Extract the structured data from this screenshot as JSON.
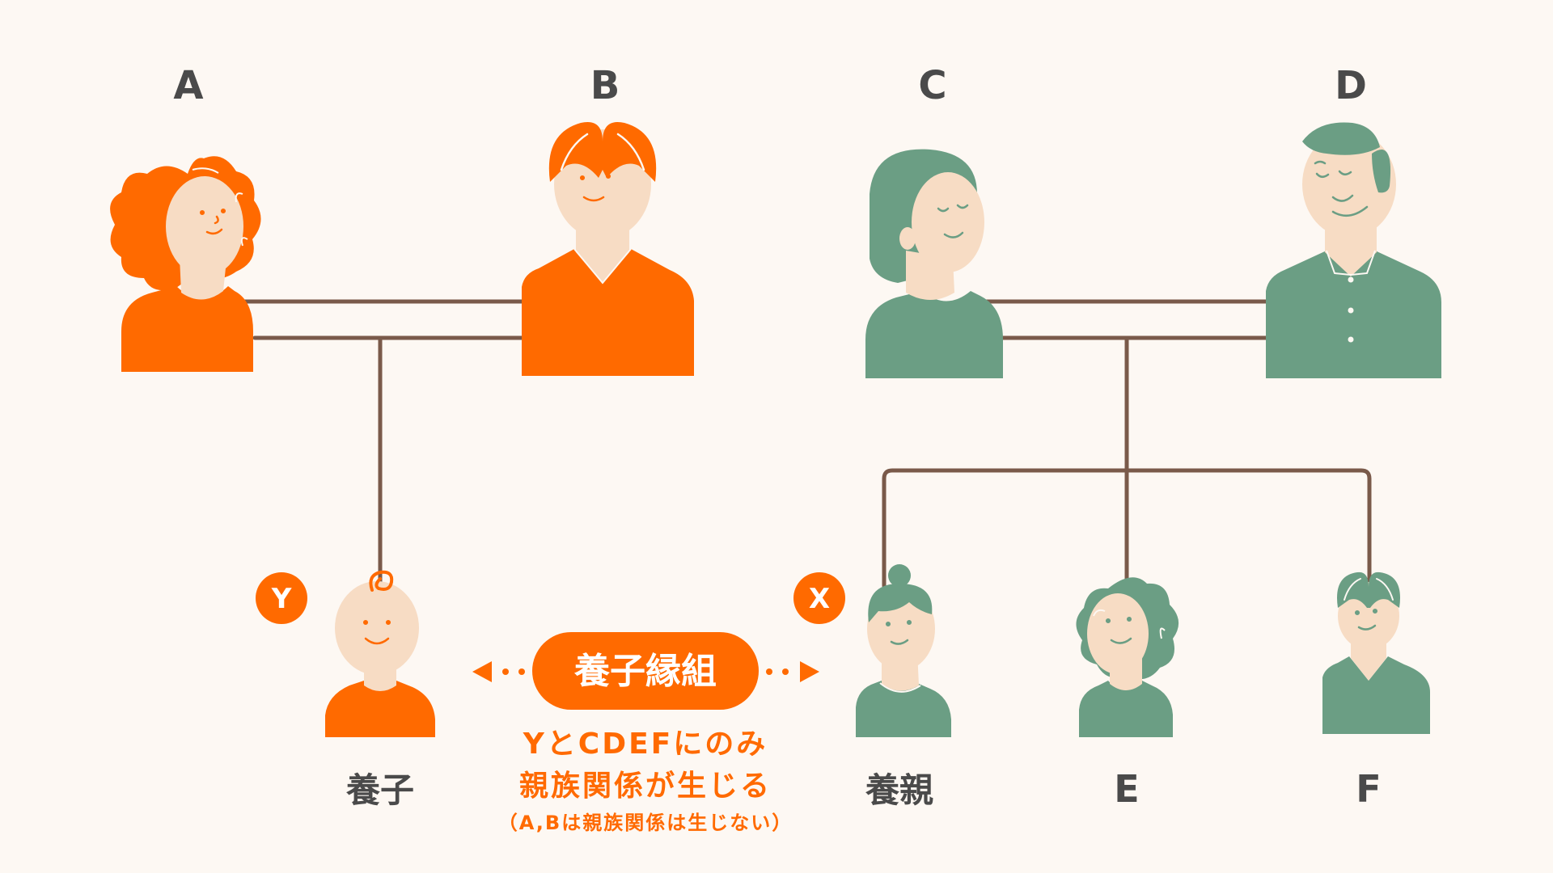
{
  "people": {
    "a": {
      "label": "A"
    },
    "b": {
      "label": "B"
    },
    "c": {
      "label": "C"
    },
    "d": {
      "label": "D"
    },
    "e": {
      "label": "E"
    },
    "f": {
      "label": "F"
    },
    "adoptee": {
      "label": "養子",
      "badge": "Y"
    },
    "adoptive_parent": {
      "label": "養親",
      "badge": "X"
    }
  },
  "adoption": {
    "pill_label": "養子縁組",
    "note_line1": "YとCDEFにのみ",
    "note_line2": "親族関係が生じる",
    "note_line3": "（A,Bは親族関係は生じない）"
  },
  "colors": {
    "orange": "#ff6a00",
    "green": "#6b9e84",
    "skin": "#f7dcc4",
    "line": "#7a5a4a",
    "text": "#4a4a4a",
    "background": "#fdf8f3"
  }
}
